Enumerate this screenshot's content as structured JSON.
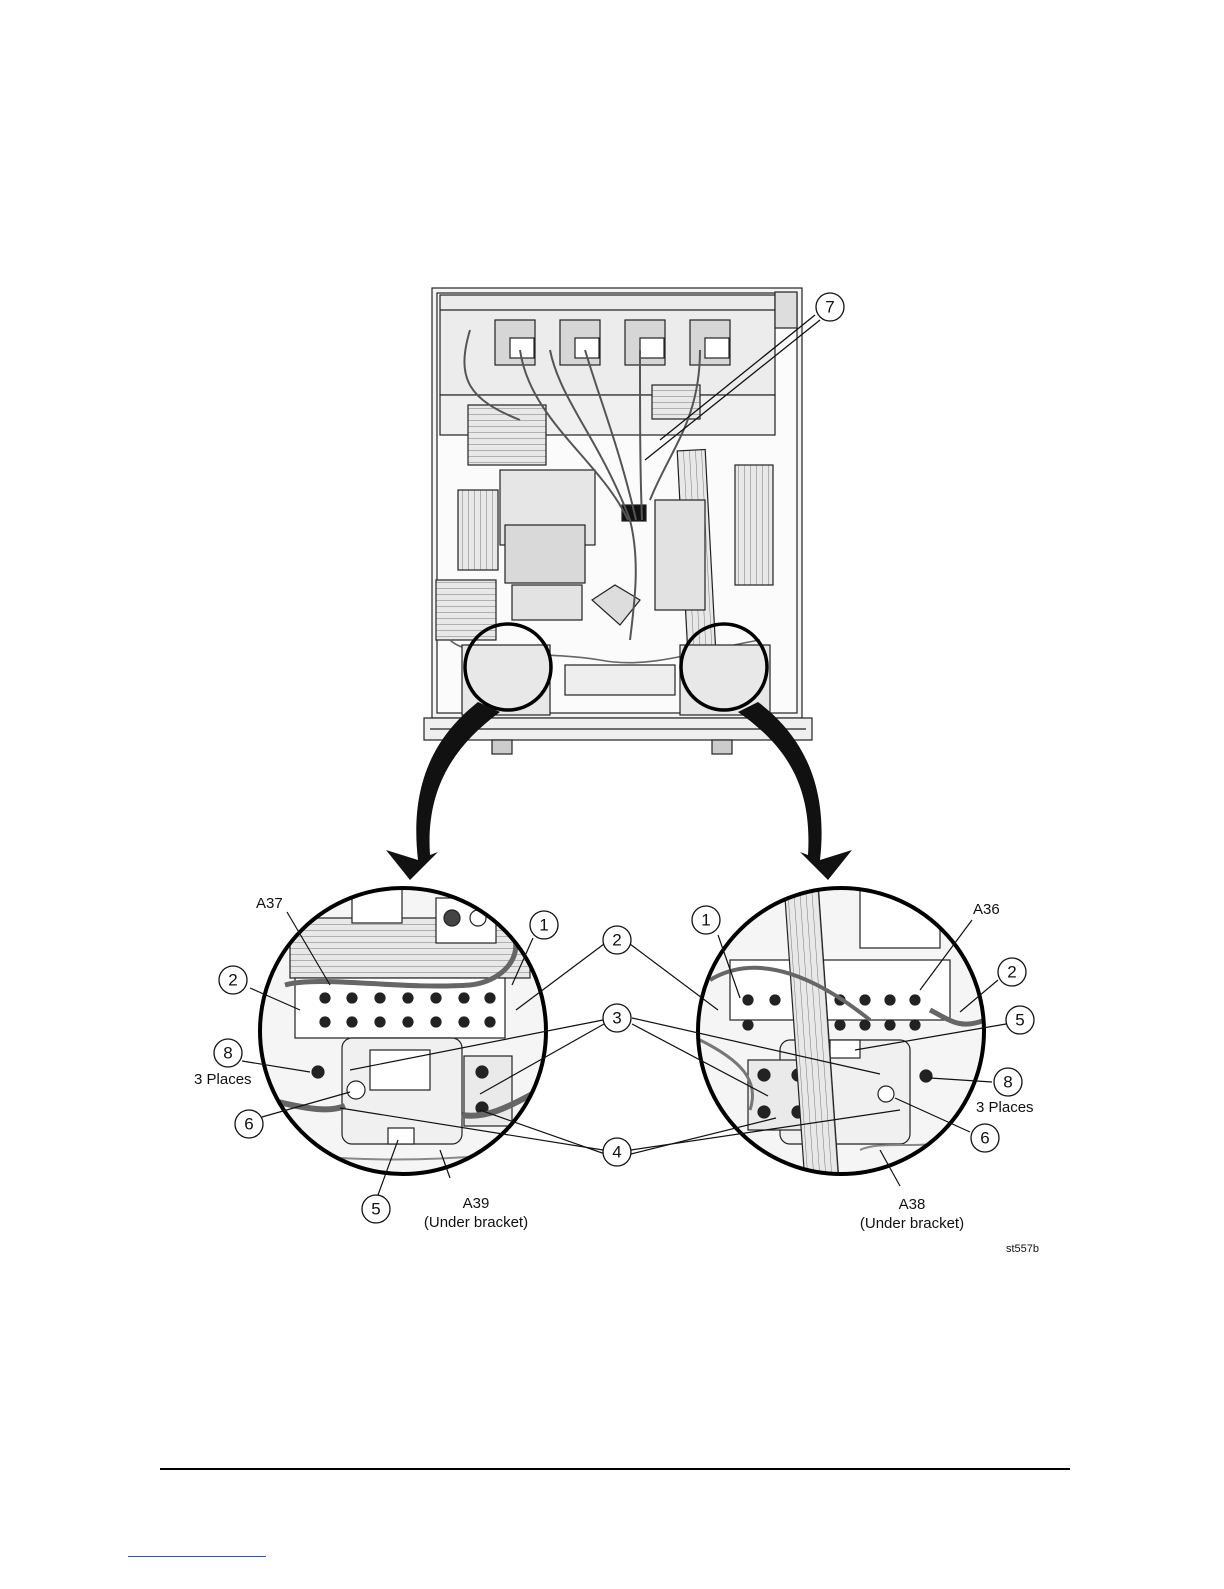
{
  "figure": {
    "image_code": "st557b",
    "top_callouts": [
      {
        "num": "7"
      }
    ],
    "left_detail": {
      "labels": {
        "a37": "A37",
        "a39": "A39",
        "a39_note": "(Under bracket)",
        "places": "3 Places"
      },
      "callouts": {
        "c1": "1",
        "c2": "2",
        "c5": "5",
        "c6": "6",
        "c8": "8"
      }
    },
    "right_detail": {
      "labels": {
        "a36": "A36",
        "a38": "A38",
        "a38_note": "(Under bracket)",
        "places": "3 Places"
      },
      "callouts": {
        "c1": "1",
        "c2": "2",
        "c5": "5",
        "c6": "6",
        "c8": "8"
      }
    },
    "shared_callouts": {
      "c2": "2",
      "c3": "3",
      "c4": "4"
    }
  }
}
